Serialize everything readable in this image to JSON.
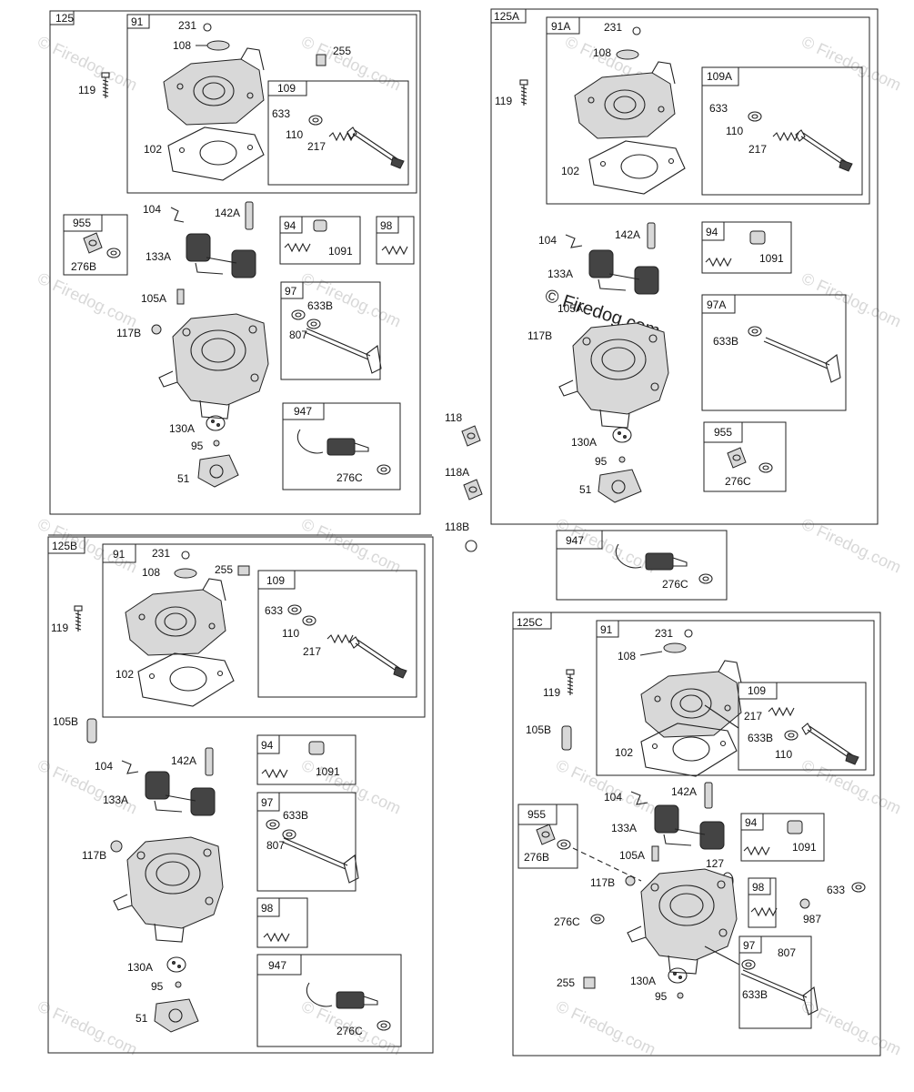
{
  "watermark": {
    "short": "© Firedog.com",
    "main": "© Firedog.com"
  },
  "sections": {
    "s125": {
      "id": "125",
      "boxes": {
        "b91": "91",
        "b109": "109",
        "b955": "955",
        "b94": "94",
        "b98": "98",
        "b97": "97",
        "b947": "947"
      },
      "labels": {
        "231": "231",
        "108": "108",
        "255": "255",
        "119": "119",
        "633": "633",
        "110": "110",
        "217": "217",
        "102": "102",
        "104": "104",
        "142A": "142A",
        "276B": "276B",
        "133A": "133A",
        "1091": "1091",
        "105A": "105A",
        "633B": "633B",
        "807": "807",
        "117B": "117B",
        "130A": "130A",
        "95": "95",
        "51": "51",
        "276C": "276C"
      }
    },
    "s125A": {
      "id": "125A",
      "boxes": {
        "b91A": "91A",
        "b109A": "109A",
        "b94": "94",
        "b97A": "97A",
        "b955": "955"
      },
      "labels": {
        "231": "231",
        "108": "108",
        "119": "119",
        "633": "633",
        "110": "110",
        "217": "217",
        "102": "102",
        "104": "104",
        "142A": "142A",
        "133A": "133A",
        "1091": "1091",
        "105A": "105A",
        "117B": "117B",
        "633B": "633B",
        "130A": "130A",
        "95": "95",
        "51": "51",
        "276C": "276C"
      }
    },
    "loose": {
      "118": "118",
      "118A": "118A",
      "118B": "118B",
      "947": "947",
      "276C": "276C"
    },
    "s125B": {
      "id": "125B",
      "boxes": {
        "b91": "91",
        "b109": "109",
        "b94": "94",
        "b97": "97",
        "b98": "98",
        "b947": "947"
      },
      "labels": {
        "231": "231",
        "108": "108",
        "255": "255",
        "119": "119",
        "633": "633",
        "110": "110",
        "217": "217",
        "102": "102",
        "105B": "105B",
        "104": "104",
        "142A": "142A",
        "1091": "1091",
        "133A": "133A",
        "633B": "633B",
        "807": "807",
        "117B": "117B",
        "130A": "130A",
        "95": "95",
        "51": "51",
        "276C": "276C"
      }
    },
    "s125C": {
      "id": "125C",
      "boxes": {
        "b91": "91",
        "b109": "109",
        "b955": "955",
        "b94": "94",
        "b98": "98",
        "b97": "97"
      },
      "labels": {
        "231": "231",
        "108": "108",
        "119": "119",
        "105B": "105B",
        "217": "217",
        "633B": "633B",
        "110": "110",
        "102": "102",
        "104": "104",
        "142A": "142A",
        "133A": "133A",
        "1091": "1091",
        "276B": "276B",
        "105A": "105A",
        "127": "127",
        "117B": "117B",
        "633": "633",
        "987": "987",
        "276C": "276C",
        "807": "807",
        "633B2": "633B",
        "255": "255",
        "130A": "130A",
        "95": "95"
      }
    }
  }
}
